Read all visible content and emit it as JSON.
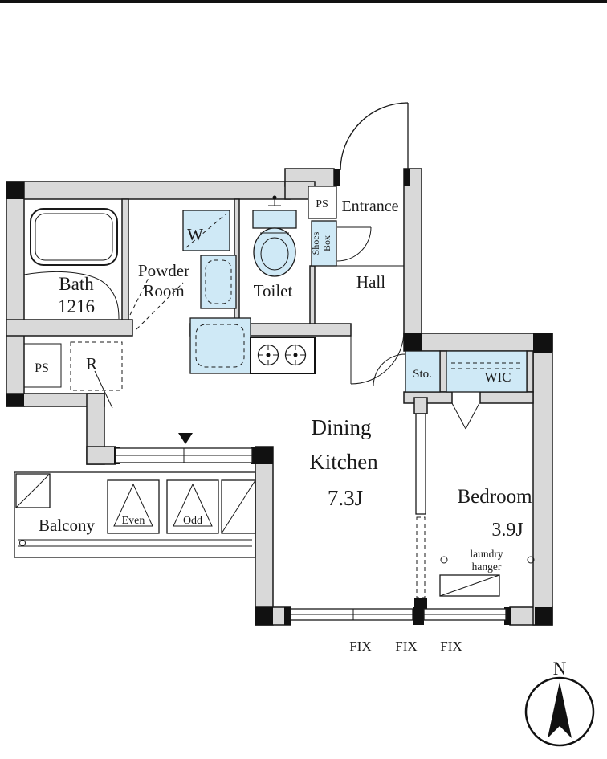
{
  "plan": {
    "rooms": {
      "bath": {
        "name": "Bath",
        "size": "1216"
      },
      "powder_room": {
        "name_line1": "Powder",
        "name_line2": "Room"
      },
      "toilet": {
        "name": "Toilet"
      },
      "entrance": {
        "name": "Entrance"
      },
      "hall": {
        "name": "Hall"
      },
      "dining_kitchen": {
        "name_line1": "Dining",
        "name_line2": "Kitchen",
        "size": "7.3J"
      },
      "bedroom": {
        "name": "Bedroom",
        "size": "3.9J"
      },
      "balcony": {
        "name": "Balcony"
      },
      "wic": {
        "name": "WIC"
      },
      "storage": {
        "name": "Sto."
      }
    },
    "fixtures": {
      "shoes_box": {
        "line1": "Shoes",
        "line2": "Box"
      },
      "washer": {
        "label": "W"
      },
      "refrigerator": {
        "label": "R"
      },
      "ps_top": {
        "label": "PS"
      },
      "ps_bottom": {
        "label": "PS"
      },
      "laundry_hanger": {
        "line1": "laundry",
        "line2": "hanger"
      }
    },
    "markers": {
      "even": "Even",
      "odd": "Odd",
      "fix_windows": [
        "FIX",
        "FIX",
        "FIX"
      ],
      "compass_north": "N"
    },
    "colors": {
      "wall_fill": "#d9d9d9",
      "fixture_fill": "#cfe9f6",
      "line": "#1a1a1a"
    }
  }
}
